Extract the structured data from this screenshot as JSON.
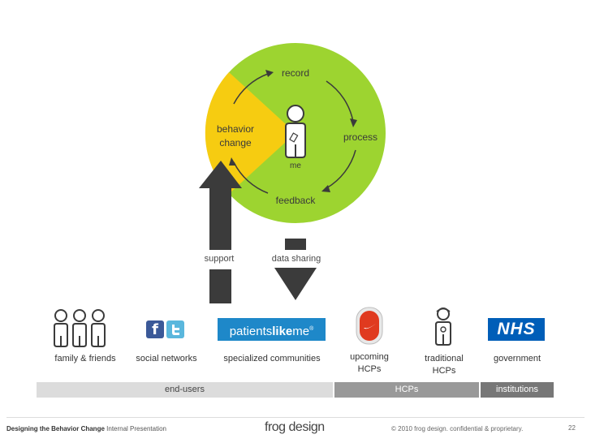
{
  "cycle": {
    "record": "record",
    "process": "process",
    "feedback": "feedback",
    "behavior": "behavior",
    "change": "change",
    "me": "me"
  },
  "arrows": {
    "support": "support",
    "data_sharing": "data sharing"
  },
  "categories": {
    "family": "family & friends",
    "social": "social networks",
    "specialized": "specialized communities",
    "upcoming_1": "upcoming",
    "upcoming_2": "HCPs",
    "traditional_1": "traditional",
    "traditional_2": "HCPs",
    "government": "government"
  },
  "logos": {
    "patientslikeme_a": "patients",
    "patientslikeme_b": "like",
    "patientslikeme_c": "me",
    "patientslikeme_tm": "®",
    "nhs": "NHS",
    "facebook": "f"
  },
  "bands": {
    "end_users": "end-users",
    "hcps": "HCPs",
    "institutions": "institutions"
  },
  "footer": {
    "title_bold": "Designing the Behavior Change",
    "title_rest": "Internal Presentation",
    "logo": "frog design",
    "copyright": "© 2010 frog design. confidential & proprietary.",
    "page": "22"
  },
  "colors": {
    "green": "#9dd430",
    "yellow": "#f6cc11",
    "arrow": "#3b3b3b",
    "band_light": "#dcdcdc",
    "band_mid": "#999999",
    "band_dark": "#777777",
    "nhs_blue": "#005eb8"
  }
}
